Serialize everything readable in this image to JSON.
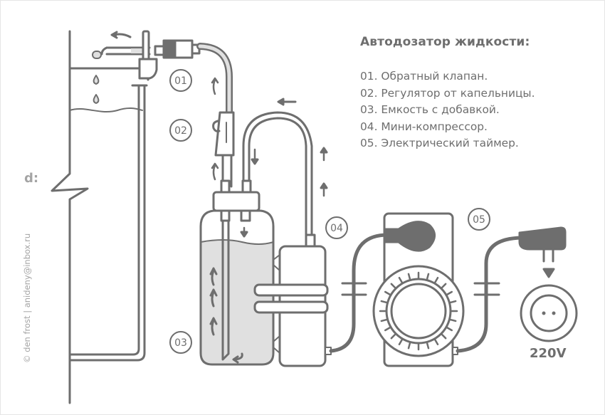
{
  "diagram": {
    "title": "Автодозатор жидкости:",
    "legend": [
      "01. Обратный клапан.",
      "02. Регулятор от капельницы.",
      "03. Емкость с добавкой.",
      "04. Мини-компрессор.",
      "05. Электрический таймер."
    ],
    "callouts": [
      "01",
      "02",
      "03",
      "04",
      "05"
    ],
    "voltage_label": "220V",
    "credit": "© den frost | anideny@inbox.ru",
    "logo_glyph": "d:",
    "colors": {
      "stroke": "#6e6e6e",
      "liquid": "#e0e0e0",
      "background": "#ffffff",
      "credit_text": "#a4a4a4"
    }
  }
}
